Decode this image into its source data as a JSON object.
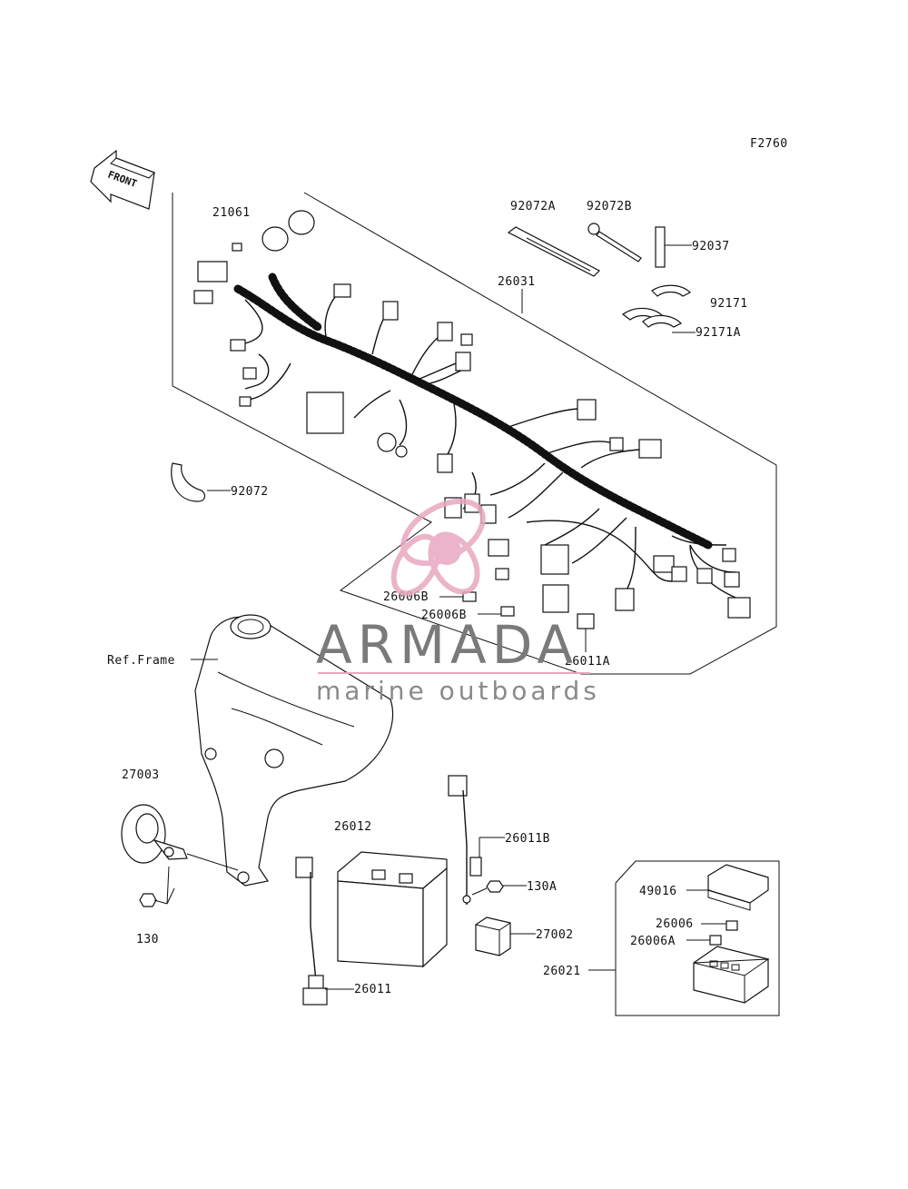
{
  "figure_code": "F2760",
  "front_label": "FRONT",
  "watermark": {
    "brand": "ARMADA",
    "tagline": "marine outboards",
    "accent_color": "#e8a7c0",
    "text_color": "#7a7a7a"
  },
  "labels": {
    "p21061": "21061",
    "p92072A": "92072A",
    "p92072B": "92072B",
    "p92037": "92037",
    "p26031": "26031",
    "p92171": "92171",
    "p92171A": "92171A",
    "p92072": "92072",
    "p26006B_1": "26006B",
    "p26006B_2": "26006B",
    "p26011A": "26011A",
    "ref_frame": "Ref.Frame",
    "p27003": "27003",
    "p26012": "26012",
    "p26011B": "26011B",
    "p130A": "130A",
    "p49016": "49016",
    "p27002": "27002",
    "p26006": "26006",
    "p26006A": "26006A",
    "p26021": "26021",
    "p130": "130",
    "p26011": "26011"
  }
}
